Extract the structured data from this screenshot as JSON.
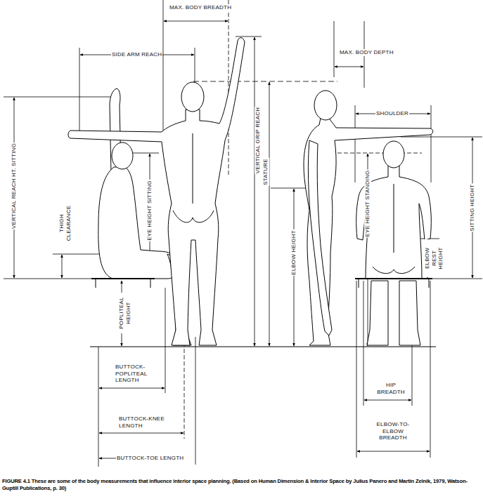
{
  "diagram": {
    "caption": "FIGURE 4.1 These are some of the body measurements that influence interior space planning. (Based on Human Dimension & Interior Space by Julius Panero and Martin Zelnik, 1979, Watson-Guptill Publications, p. 30)",
    "labels": [
      "MAX. BODY BREADTH",
      "SIDE ARM REACH",
      "MAX. BODY DEPTH",
      "SHOULDER",
      "VERTICAL REACH HT. SITTING",
      "THIGH CLEARANCE",
      "EYE HEIGHT SITTING",
      "VERTICAL GRIP REACH",
      "STATURE",
      "ELBOW HEIGHT",
      "EYE HEIGHT STANDING",
      "ELBOW REST HEIGHT",
      "SITTING HEIGHT",
      "POPLITEAL HEIGHT",
      "BUTTOCK-POPLITEAL LENGTH",
      "BUTTOCK-KNEE LENGTH",
      "BUTTOCK-TOE LENGTH",
      "HIP BREADTH",
      "ELBOW-TO-ELBOW BREADTH"
    ]
  }
}
